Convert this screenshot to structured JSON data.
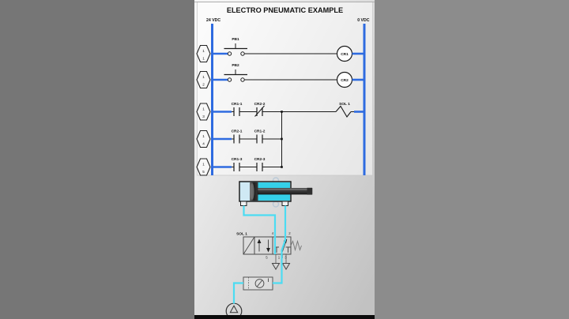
{
  "frame": {
    "title": "ELECTRO PNEUMATIC EXAMPLE",
    "left_rail_label": "24 VDC",
    "right_rail_label": "0 VDC"
  },
  "ladder": {
    "rungs": [
      {
        "ref_top": "1",
        "ref_bottom": "1",
        "contacts": [
          {
            "label": "PB1"
          }
        ],
        "output": {
          "label": "CR1"
        }
      },
      {
        "ref_top": "1",
        "ref_bottom": "2",
        "contacts": [
          {
            "label": "PB2"
          }
        ],
        "output": {
          "label": "CR2"
        }
      },
      {
        "ref_top": "1",
        "ref_bottom": "3",
        "contacts": [
          {
            "label": "CR1-1"
          },
          {
            "label": "CR2-2"
          }
        ],
        "output": {
          "label": "SOL 1"
        }
      },
      {
        "ref_top": "1",
        "ref_bottom": "4",
        "contacts": [
          {
            "label": "CR2-1"
          },
          {
            "label": "CR1-2"
          }
        ]
      },
      {
        "ref_top": "1",
        "ref_bottom": "5",
        "contacts": [
          {
            "label": "CR1-3"
          },
          {
            "label": "CR2-3"
          }
        ]
      }
    ]
  },
  "pneumatic": {
    "valve": {
      "sol_label": "SOL 1",
      "ports_top": [
        "4",
        "2"
      ],
      "ports_bottom": [
        "5",
        "1",
        "3"
      ]
    }
  },
  "colors": {
    "rail_blue": "#2e6be0",
    "tube_cyan": "#4cdcf2",
    "cylinder_cyan": "#35d0e8",
    "cylinder_cap": "#cfe9f4",
    "letterbox_left": "#767676",
    "letterbox_right": "#8c8c8c",
    "bottom_bar": "#0b0b0b"
  }
}
